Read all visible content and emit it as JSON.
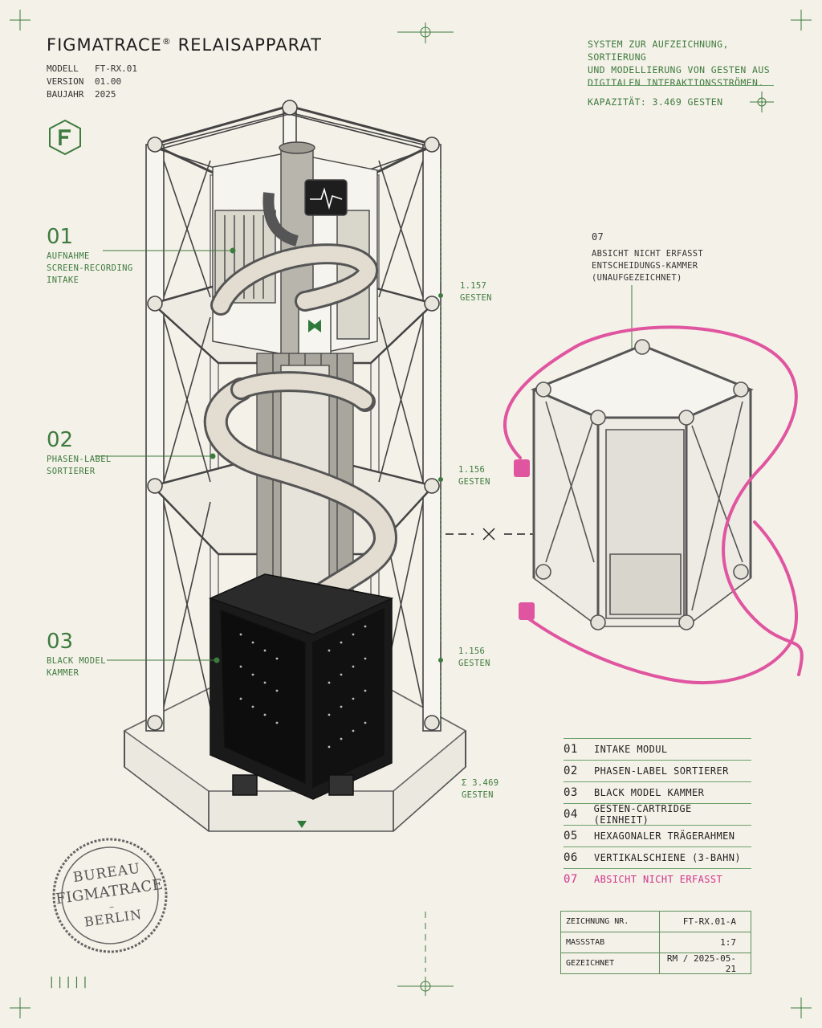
{
  "header": {
    "title": "FIGMATRACE",
    "title_mark": "®",
    "title_rest": " RELAISAPPARAT",
    "specs": [
      {
        "label": "MODELL",
        "value": "FT-RX.01"
      },
      {
        "label": "VERSION",
        "value": "01.00"
      },
      {
        "label": "BAUJAHR",
        "value": "2025"
      }
    ],
    "logo_letter": "F"
  },
  "description": {
    "line1": "SYSTEM ZUR AUFZEICHNUNG, SORTIERUNG",
    "line2": "UND MODELLIERUNG VON GESTEN AUS",
    "line3": "DIGITALEN INTERAKTIONSSTRÖMEN.",
    "capacity": "KAPAZITÄT: 3.469 GESTEN"
  },
  "callouts": {
    "c01": {
      "num": "01",
      "line1": "AUFNAHME",
      "line2": "SCREEN-RECORDING",
      "line3": "INTAKE"
    },
    "c02": {
      "num": "02",
      "line1": "PHASEN-LABEL",
      "line2": "SORTIERER"
    },
    "c03": {
      "num": "03",
      "line1": "BLACK MODEL",
      "line2": "KAMMER"
    },
    "c07": {
      "num": "07",
      "line1": "ABSICHT NICHT ERFASST",
      "line2": "ENTSCHEIDUNGS-KAMMER",
      "line3": "(UNAUFGEZEICHNET)"
    }
  },
  "measures": {
    "m1": {
      "value": "1.157",
      "unit": "GESTEN"
    },
    "m2": {
      "value": "1.156",
      "unit": "GESTEN"
    },
    "m3": {
      "value": "1.156",
      "unit": "GESTEN"
    },
    "total": {
      "value": "Σ 3.469",
      "unit": "GESTEN"
    }
  },
  "legend": [
    {
      "num": "01",
      "label": "INTAKE MODUL"
    },
    {
      "num": "02",
      "label": "PHASEN-LABEL SORTIERER"
    },
    {
      "num": "03",
      "label": "BLACK MODEL KAMMER"
    },
    {
      "num": "04",
      "label": "GESTEN-CARTRIDGE (EINHEIT)"
    },
    {
      "num": "05",
      "label": "HEXAGONALER TRÄGERAHMEN"
    },
    {
      "num": "06",
      "label": "VERTIKALSCHIENE (3-BAHN)"
    },
    {
      "num": "07",
      "label": "ABSICHT NICHT ERFASST"
    }
  ],
  "title_block": {
    "rows": [
      {
        "key": "ZEICHNUNG NR.",
        "value": "FT-RX.01-A"
      },
      {
        "key": "MASSSTAB",
        "value": "1:7"
      },
      {
        "key": "GEZEICHNET",
        "value": "RM / 2025-05-21"
      }
    ]
  },
  "stamp": {
    "line1": "BUREAU",
    "line2": "FIGMATRACE",
    "dash": "–",
    "line3": "BERLIN"
  },
  "footer": {
    "ticks": "|||||"
  },
  "colors": {
    "paper": "#f4f1e8",
    "accent_green": "#3e7b3e",
    "accent_pink": "#e0559f",
    "ink": "#222222"
  }
}
